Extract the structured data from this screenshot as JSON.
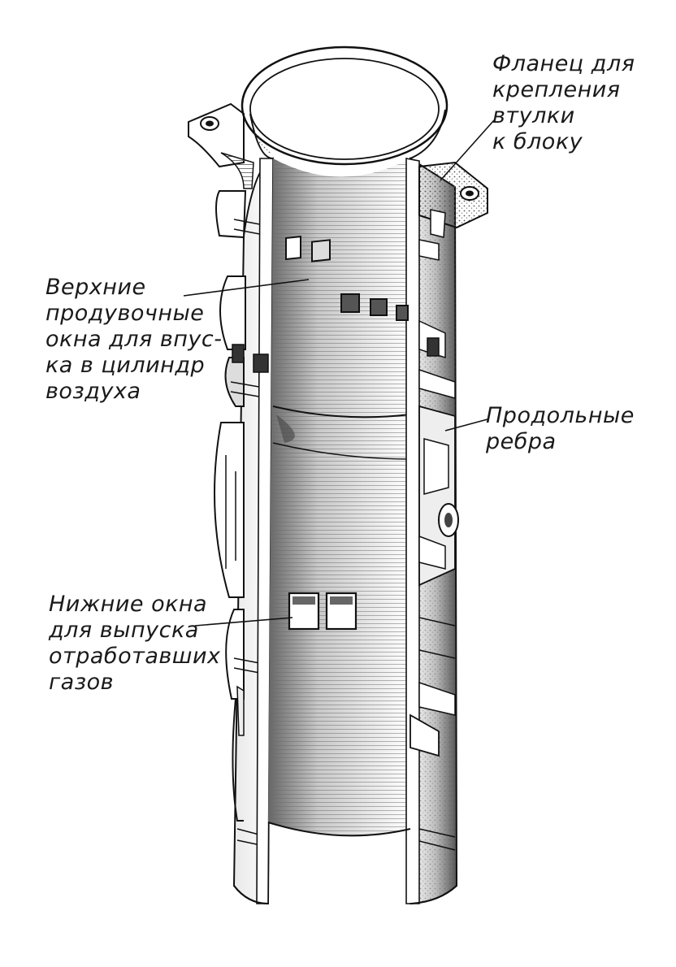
{
  "labels": {
    "flange": [
      "Фланец для",
      "крепления",
      "втулки",
      "к блоку"
    ],
    "upper_ports": [
      "Верхние",
      "продувочные",
      "окна для впус-",
      "ка в цилиндр",
      "воздуха"
    ],
    "ribs": [
      "Продольные",
      "ребра"
    ],
    "lower_ports": [
      "Нижние окна",
      "для выпуска",
      "отработавших",
      "газов"
    ]
  }
}
